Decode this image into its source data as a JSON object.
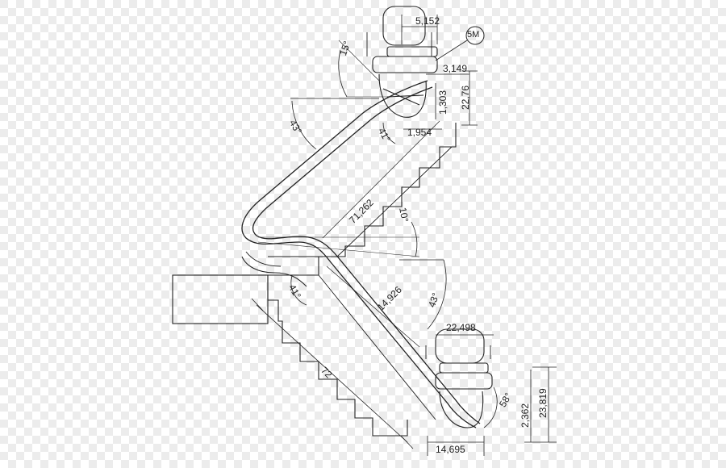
{
  "dimensions": {
    "d1": "5,152",
    "d2": "3,149",
    "d3": "22,76",
    "d4": "1,303",
    "d5": "1,954",
    "d6": "71,262",
    "d7": "14,926",
    "d8": "72",
    "d9": "22,498",
    "d10": "2,362",
    "d11": "23,819",
    "d12": "14,695"
  },
  "angles": {
    "a1": "15°",
    "a2": "43°",
    "a3": "41°",
    "a4": "10°",
    "a5": "43°",
    "a6": "41°",
    "a7": "58°"
  },
  "marker": "5M",
  "colors": {
    "line": "#222222",
    "checker_light": "#ffffff",
    "checker_dark": "#ececec"
  }
}
